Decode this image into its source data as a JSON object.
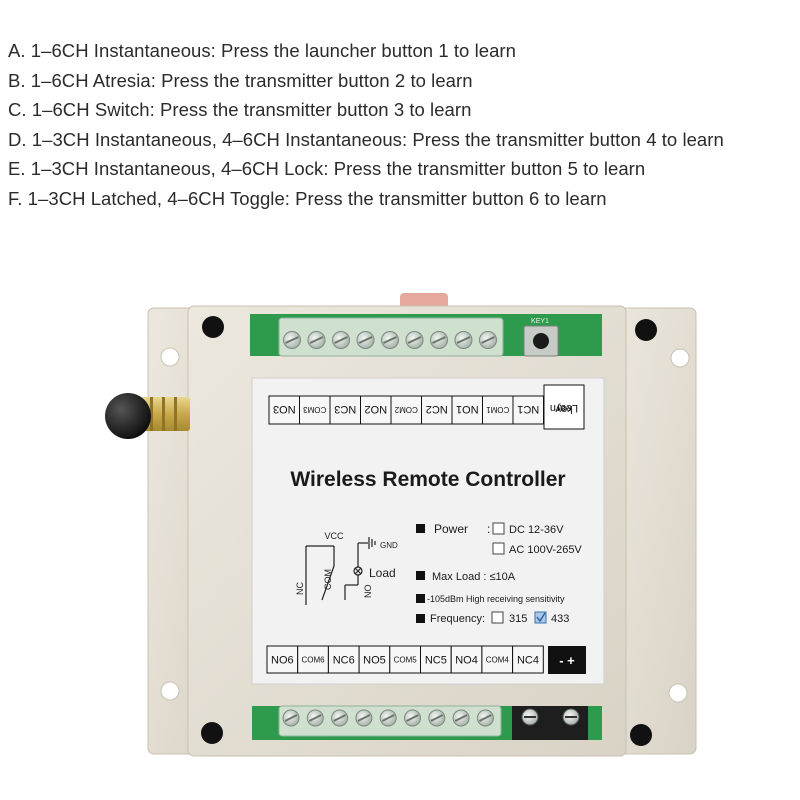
{
  "instructions": [
    "A. 1–6CH Instantaneous: Press the launcher button 1 to learn",
    "B. 1–6CH Atresia: Press the transmitter button 2 to learn",
    "C. 1–6CH Switch: Press the transmitter button 3 to learn",
    "D. 1–3CH Instantaneous, 4–6CH Instantaneous: Press the transmitter button 4 to learn",
    "E. 1–3CH Instantaneous, 4–6CH Lock: Press the transmitter button 5 to learn",
    "F. 1–3CH Latched, 4–6CH Toggle: Press the transmitter button 6 to learn"
  ],
  "device": {
    "title": "Wireless Remote Controller",
    "button_marking": "KEY1",
    "top_terminals": [
      "NC1",
      "COM1",
      "NO1",
      "NC2",
      "COM2",
      "NO2",
      "NC3",
      "COM3",
      "NO3"
    ],
    "learn_key": [
      "Learn",
      "key"
    ],
    "bottom_terminals": [
      "NO6",
      "COM6",
      "NC6",
      "NO5",
      "COM5",
      "NC5",
      "NO4",
      "COM4",
      "NC4"
    ],
    "polarity": "- +",
    "schematic": {
      "vcc": "VCC",
      "gnd": "GND",
      "load": "Load",
      "nc": "NC",
      "com": "COM",
      "no": "NO"
    },
    "specs": {
      "power_label": "Power",
      "power_dc": "DC 12-36V",
      "power_ac": "AC 100V-265V",
      "max_load": "Max Load : ≤10A",
      "sensitivity": "-105dBm High receiving sensitivity",
      "frequency_label": "Frequency:",
      "freq_315": "315",
      "freq_433": "433"
    }
  },
  "colors": {
    "enclosure": "#e6e1d6",
    "pcb": "#2e9a4d",
    "terminal": "#d7e5d7",
    "label": "#f2f2f2"
  }
}
